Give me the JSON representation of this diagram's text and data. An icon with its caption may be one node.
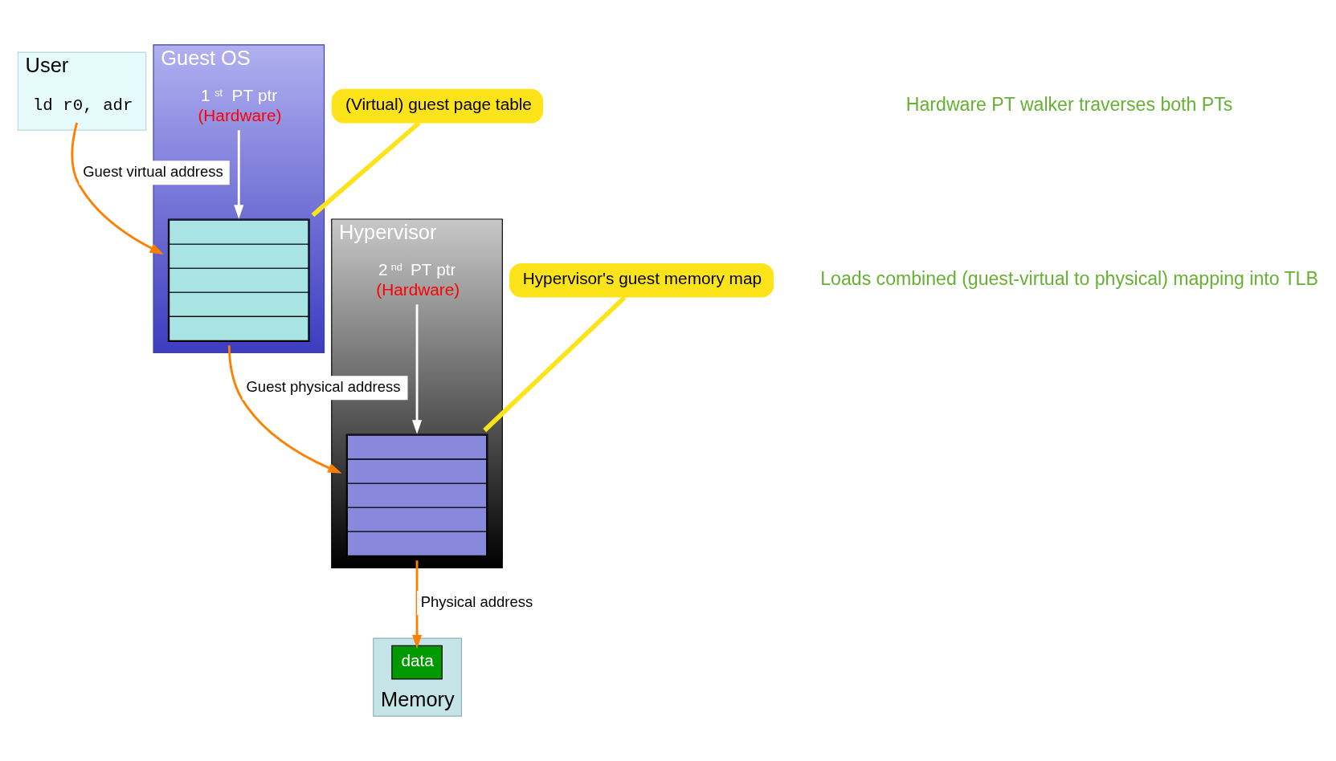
{
  "diagram": {
    "nodes": [
      {
        "text": [
          "User"
        ]
      },
      {
        "text": [
          "ld r0, adr"
        ],
        "in": 0
      },
      {
        "text": [
          "Guest OS"
        ]
      },
      {
        "text": [
          "1$^{st}$ PT ptr",
          "(Hardware)"
        ],
        "in": 2
      },
      {
        "text": [],
        "shape": "table",
        "in": 2
      },
      {
        "text": [
          "Hypervisor"
        ]
      },
      {
        "text": [
          "2$^{nd}$ PT ptr",
          "(Hardware)"
        ],
        "in": 5
      },
      {
        "text": [],
        "shape": "table",
        "in": 5
      },
      {
        "text": [
          "Memory"
        ]
      },
      {
        "text": [
          "data"
        ],
        "in": 8
      },
      {
        "text": [
          "(Virtual) guest page table"
        ]
      },
      {
        "text": [
          "Hypervisor's guest memory map"
        ]
      }
    ],
    "edges": [
      {
        "from": 1,
        "to": 4,
        "arrow": "to",
        "label": "Guest virtual address",
        "color": "#ff7f00"
      },
      {
        "from": 3,
        "to": 4,
        "arrow": "to",
        "color": "#ffffff"
      },
      {
        "from": 4,
        "to": 7,
        "arrow": "to",
        "label": "Guest physical address",
        "color": "#ff7f00"
      },
      {
        "from": 6,
        "to": 7,
        "arrow": "to",
        "color": "#ffffff"
      },
      {
        "from": 7,
        "to": 9,
        "arrow": "to",
        "label": "Physical address",
        "color": "#ff7f00"
      },
      {
        "from": 10,
        "to": 4,
        "arrow": "none",
        "style": "thick",
        "color": "#fde31a"
      },
      {
        "from": 11,
        "to": 7,
        "arrow": "none",
        "style": "thick",
        "color": "#fde31a"
      }
    ],
    "labels": [
      "Hardware PT walker traverses both PTs",
      "Loads combined (guest-virtual to physical) mapping into TLB"
    ]
  }
}
